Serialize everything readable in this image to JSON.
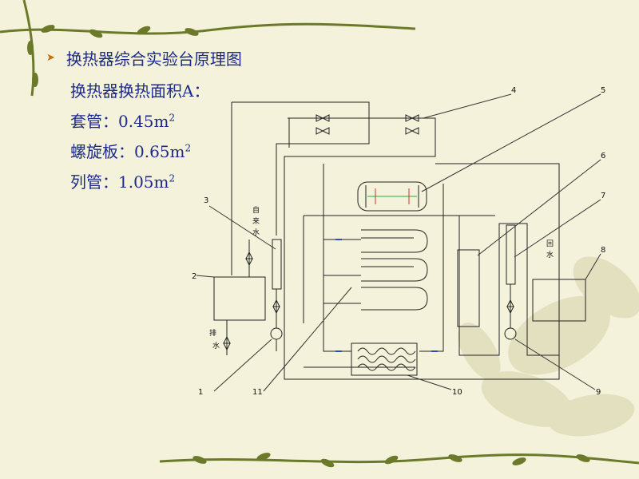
{
  "slide": {
    "title": "换热器综合实验台原理图",
    "area_label": "换热器换热面积A：",
    "lines": [
      {
        "name": "套管：",
        "value": "0.45m",
        "sup": "2"
      },
      {
        "name": "螺旋板：",
        "value": "0.65m",
        "sup": "2"
      },
      {
        "name": "列管：",
        "value": "1.05m",
        "sup": "2"
      }
    ]
  },
  "diagram": {
    "callouts": [
      "1",
      "2",
      "3",
      "4",
      "5",
      "6",
      "7",
      "8",
      "9",
      "10",
      "11"
    ],
    "tap_water_label": [
      "自",
      "来",
      "水"
    ],
    "drain_label": [
      "排",
      "水"
    ],
    "return_water_label": [
      "回",
      "水"
    ]
  },
  "colors": {
    "text": "#1e2a8a",
    "bullet": "#cc6a00",
    "background": "#f4f2da",
    "vine": "#6b7a2a",
    "leaf": "#d8d6ae"
  }
}
